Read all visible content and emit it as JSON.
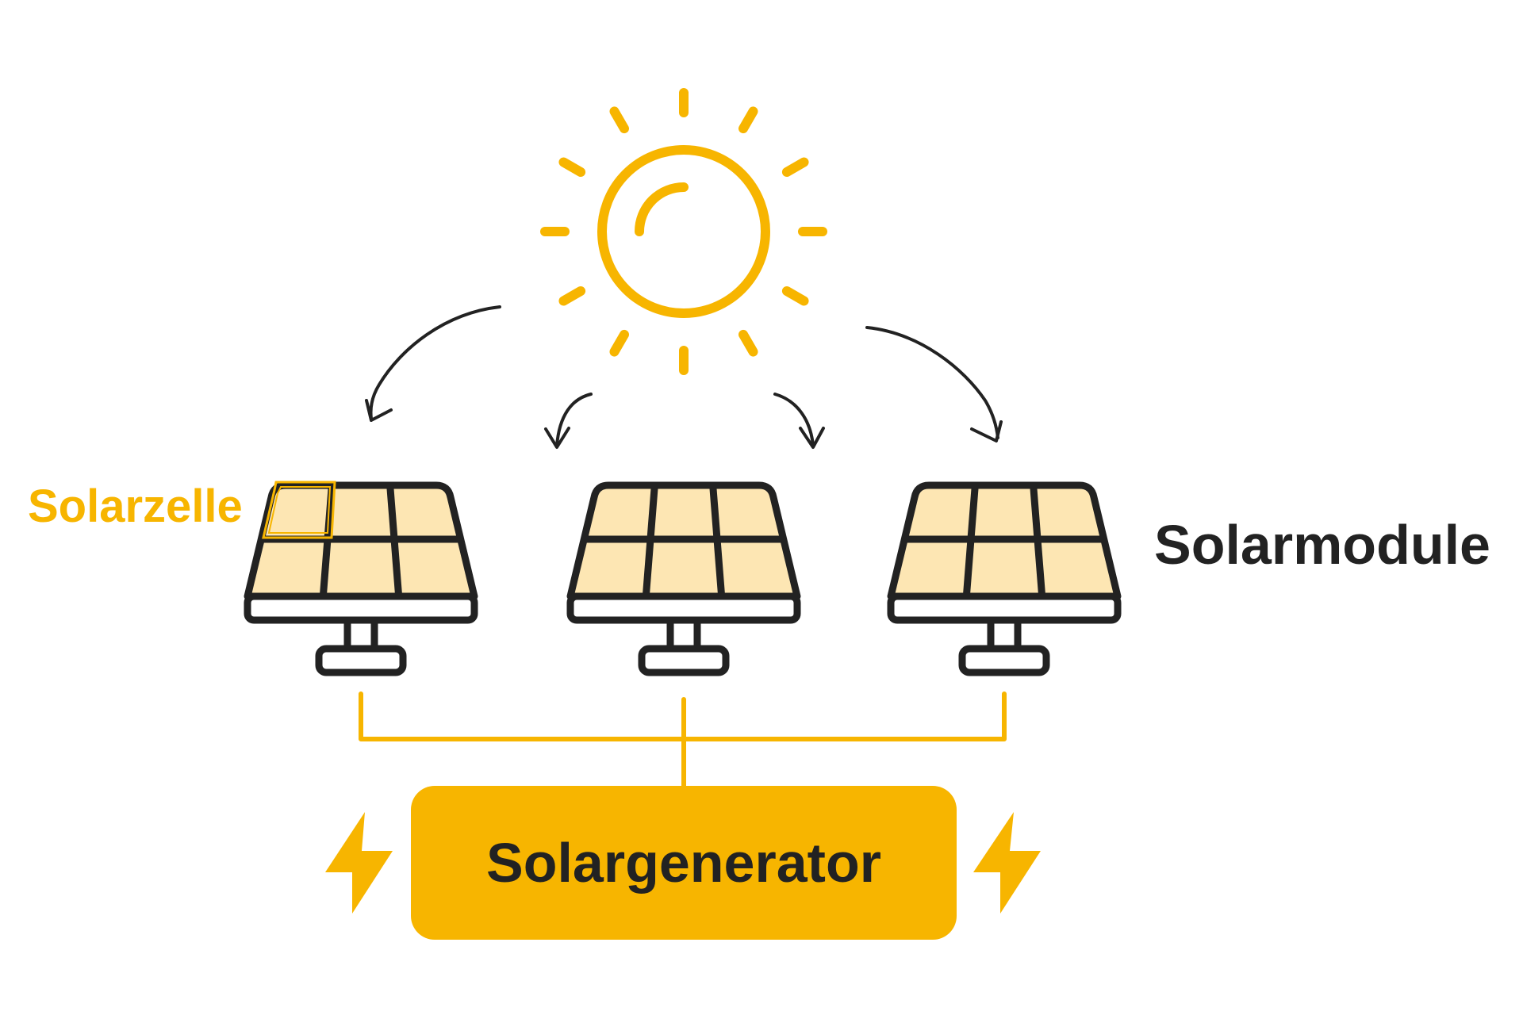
{
  "labels": {
    "cell": "Solarzelle",
    "modules": "Solarmodule",
    "generator": "Solargenerator"
  },
  "colors": {
    "accent": "#f7b500",
    "ink": "#222222",
    "cell_fill": "#fde6b3",
    "background": "#ffffff"
  },
  "icons": {
    "sun": "sun-icon",
    "panel": "solar-panel-icon",
    "bolt": "lightning-bolt-icon",
    "arrow": "curved-arrow-icon"
  }
}
